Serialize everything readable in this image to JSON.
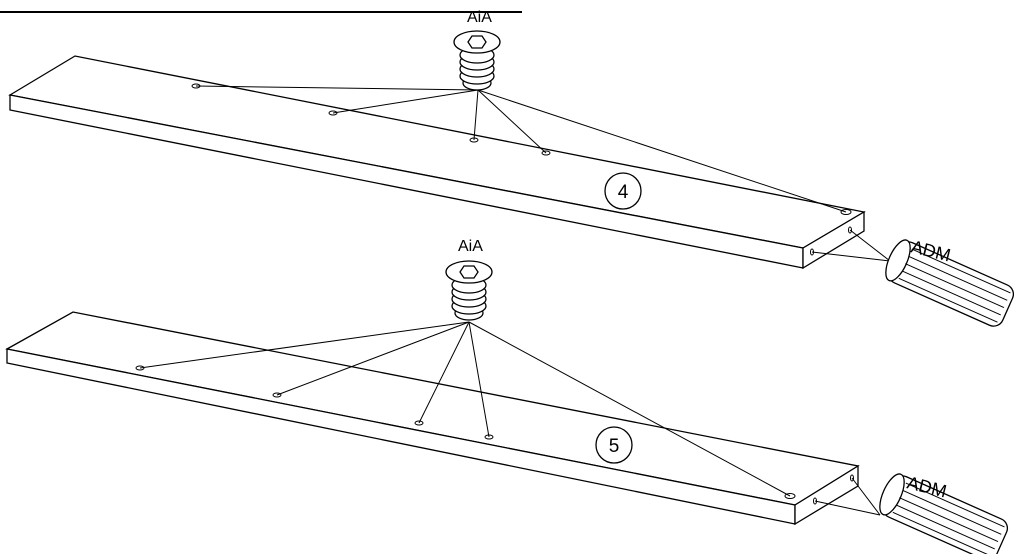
{
  "figure": {
    "top_rule": "",
    "panels": [
      {
        "part_number": "4",
        "fastener_label": "AiA",
        "dowel_label": "ADM"
      },
      {
        "part_number": "5",
        "fastener_label": "AiA",
        "dowel_label": "ADM"
      }
    ]
  }
}
